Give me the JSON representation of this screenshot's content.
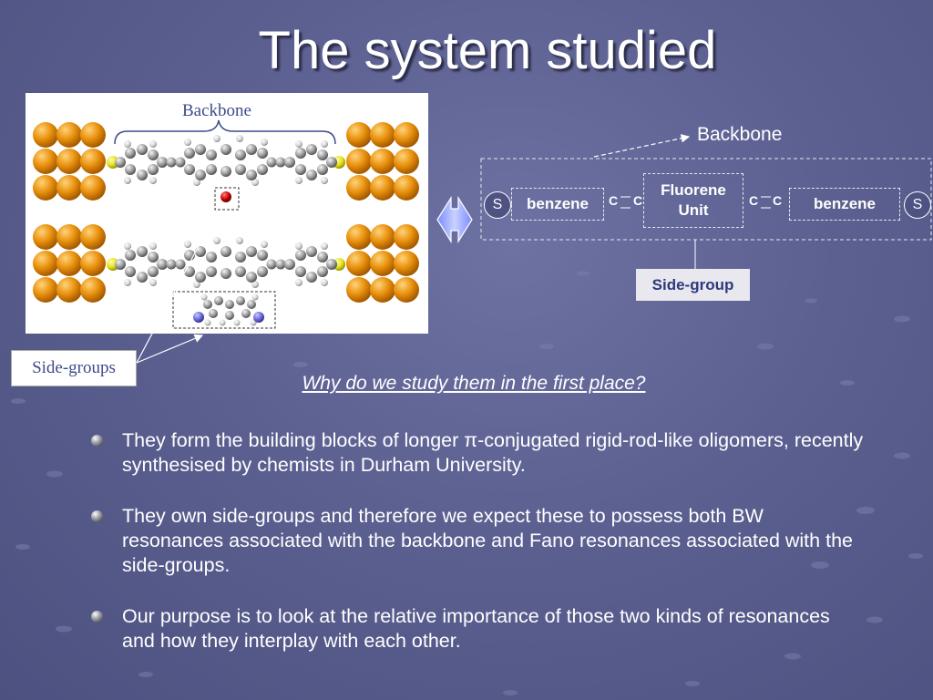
{
  "slide": {
    "title": "The system studied",
    "question": "Why do we study them in the first place?"
  },
  "figure": {
    "backbone_label": "Backbone",
    "side_groups_label": "Side-groups"
  },
  "schematic": {
    "backbone_label": "Backbone",
    "left_anchor": "S",
    "left_ring": "benzene",
    "left_link_top": "C",
    "left_link_bottom": "C",
    "center_unit": "Fluorene Unit",
    "right_link_top": "C",
    "right_link_bottom": "C",
    "right_ring": "benzene",
    "right_anchor": "S",
    "side_group_label": "Side-group"
  },
  "bullets": [
    "They form the building blocks of longer π-conjugated rigid-rod-like oligomers, recently synthesised by chemists in Durham University.",
    "They own side-groups and therefore we expect these to possess both BW resonances associated with the backbone and Fano resonances associated with the side-groups.",
    "Our purpose is to look at the relative importance of those two kinds of resonances and how they interplay with each other."
  ],
  "colors": {
    "background": "#5c6090",
    "gold_atom": "#e8900c",
    "sulfur_atom": "#e6e21a",
    "carbon_atom": "#9c9c9c",
    "oxygen_atom": "#cc0000",
    "nitrogen_atom": "#6a6ad8"
  },
  "icons": {
    "double_arrow": "double-headed-arrow-icon",
    "bullet": "sphere-bullet-icon"
  }
}
